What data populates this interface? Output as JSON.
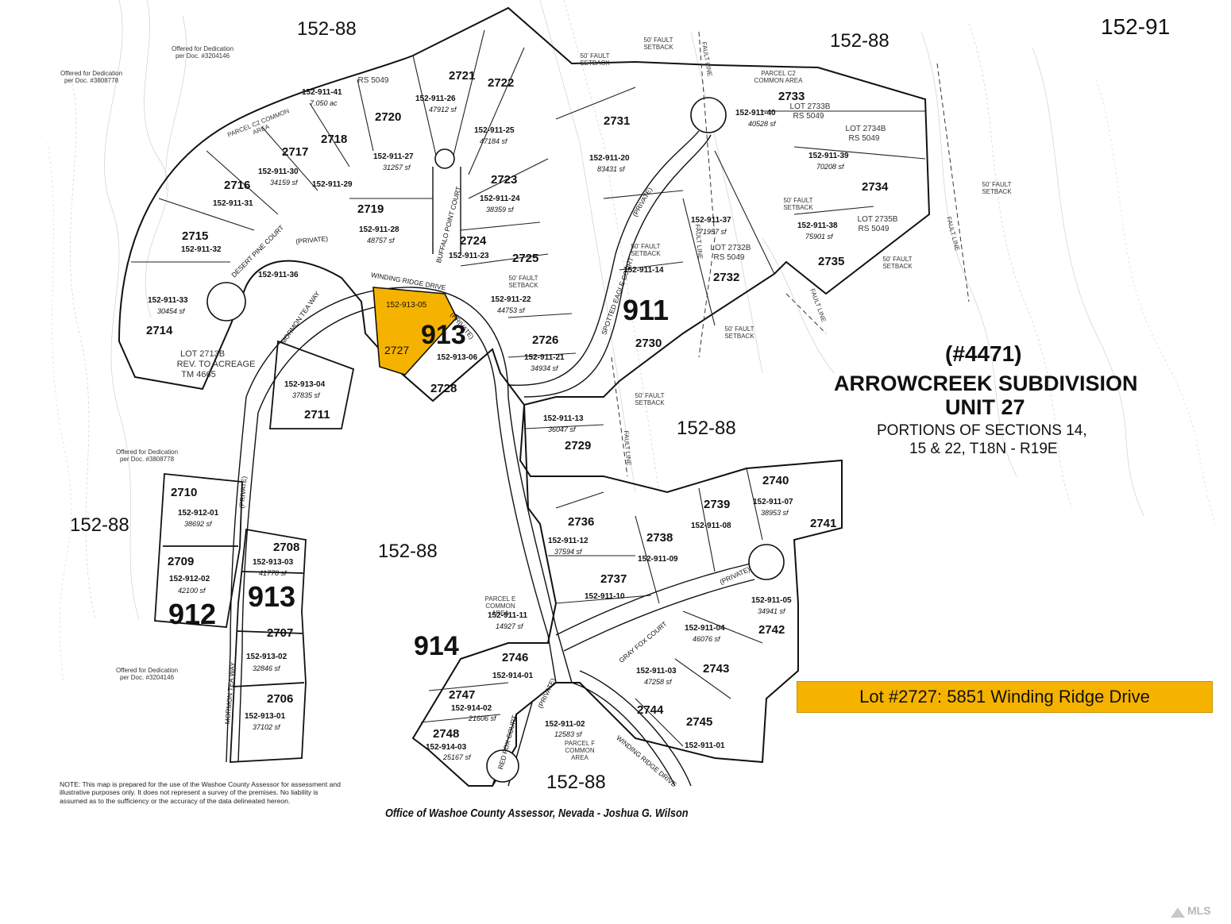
{
  "subdivision": {
    "number": "(#4471)",
    "name": "ARROWCREEK SUBDIVISION",
    "unit": "UNIT 27",
    "portions_line1": "PORTIONS OF SECTIONS 14,",
    "portions_line2": "15 & 22, T18N - R19E"
  },
  "highlight_banner": "Lot #2727: 5851 Winding Ridge Drive",
  "highlight_color": "#f5b300",
  "note": "NOTE: This map is prepared for the use of the Washoe County Assessor for assessment and illustrative purposes only. It does not represent a survey of the premises. No liability is assumed as to the sufficiency or the accuracy of the data delineated hereon.",
  "footer": "Office of Washoe County Assessor, Nevada - Joshua G. Wilson",
  "logo": "MLS",
  "book_numbers": {
    "top_left": "152-88",
    "top_right_a": "152-88",
    "top_right_b": "152-91",
    "left": "152-88",
    "center": "152-88",
    "mid_right": "152-88",
    "bottom": "152-88"
  },
  "map_blocks": {
    "b913_top": "913",
    "b911": "911",
    "b913_left": "913",
    "b912": "912",
    "b914": "914"
  },
  "streets": {
    "winding_ridge_top": "WINDING RIDGE DRIVE",
    "winding_ridge_bottom": "WINDING RIDGE DRIVE",
    "buffalo_point": "BUFFALO POINT COURT",
    "spotted_eagle": "SPOTTED EAGLE COURT",
    "mormon_tea_top": "MORMON TEA WAY",
    "mormon_tea_bottom": "MORMON TEA WAY",
    "gray_fox": "GRAY FOX COURT",
    "red_fox": "RED FOX COURT",
    "desert_pine": "DESERT PINE COURT",
    "private": "(PRIVATE)"
  },
  "annotations": {
    "offered_1_a": "Offered for Dedication",
    "offered_1_b": "per Doc. #3204146",
    "offered_2_a": "Offered for Dedication",
    "offered_2_b": "per Doc. #3808778",
    "offered_3_a": "Offered for Dedication",
    "offered_3_b": "per Doc. #3808778",
    "offered_4_a": "Offered for Dedication",
    "offered_4_b": "per Doc. #3204146",
    "fault_setback": "50' FAULT SETBACK",
    "fault_line": "FAULT LINE",
    "parcel_c2_a": "PARCEL C2 COMMON AREA",
    "parcel_c2_b": "PARCEL C2 COMMON AREA",
    "parcel_e": "PARCEL E COMMON AREA",
    "parcel_f": "PARCEL F COMMON AREA",
    "rs_5049": "RS 5049",
    "lot_2713b": "LOT 2713B",
    "rev_acreage": "REV. TO ACREAGE",
    "tm_4665": "TM 4665",
    "lot_2733b": "LOT 2733B",
    "lot_2734b": "LOT 2734B",
    "lot_2735b": "LOT 2735B",
    "lot_2732b": "LOT 2732B"
  },
  "lots": [
    {
      "lot": "2721"
    },
    {
      "lot": "2722"
    },
    {
      "lot": "2720"
    },
    {
      "lot": "2718"
    },
    {
      "lot": "2717"
    },
    {
      "lot": "2716"
    },
    {
      "lot": "2715"
    },
    {
      "lot": "2714"
    },
    {
      "lot": "2719"
    },
    {
      "lot": "2723"
    },
    {
      "lot": "2724"
    },
    {
      "lot": "2725"
    },
    {
      "lot": "2726"
    },
    {
      "lot": "2727"
    },
    {
      "lot": "2728"
    },
    {
      "lot": "2711"
    },
    {
      "lot": "2729"
    },
    {
      "lot": "2730"
    },
    {
      "lot": "2731"
    },
    {
      "lot": "2732"
    },
    {
      "lot": "2733"
    },
    {
      "lot": "2734"
    },
    {
      "lot": "2735"
    },
    {
      "lot": "2710"
    },
    {
      "lot": "2709"
    },
    {
      "lot": "2708"
    },
    {
      "lot": "2707"
    },
    {
      "lot": "2706"
    },
    {
      "lot": "2736"
    },
    {
      "lot": "2737"
    },
    {
      "lot": "2738"
    },
    {
      "lot": "2739"
    },
    {
      "lot": "2740"
    },
    {
      "lot": "2741"
    },
    {
      "lot": "2742"
    },
    {
      "lot": "2743"
    },
    {
      "lot": "2744"
    },
    {
      "lot": "2745"
    },
    {
      "lot": "2746"
    },
    {
      "lot": "2747"
    },
    {
      "lot": "2748"
    }
  ],
  "parcels": [
    {
      "apn": "152-911-41",
      "area": "7.050 ac"
    },
    {
      "apn": "152-911-26",
      "area": "47912 sf"
    },
    {
      "apn": "152-911-25",
      "area": "47184 sf"
    },
    {
      "apn": "152-911-27",
      "area": "31257 sf"
    },
    {
      "apn": "152-911-30",
      "area": "34159 sf"
    },
    {
      "apn": "152-911-29",
      "area": ""
    },
    {
      "apn": "152-911-31",
      "area": ""
    },
    {
      "apn": "152-911-32",
      "area": ""
    },
    {
      "apn": "152-911-24",
      "area": "38359 sf"
    },
    {
      "apn": "152-911-28",
      "area": "48757 sf"
    },
    {
      "apn": "152-911-23",
      "area": ""
    },
    {
      "apn": "152-911-36",
      "area": ""
    },
    {
      "apn": "152-911-33",
      "area": "30454 sf"
    },
    {
      "apn": "152-913-05",
      "area": ""
    },
    {
      "apn": "152-911-22",
      "area": "44753 sf"
    },
    {
      "apn": "152-913-06",
      "area": ""
    },
    {
      "apn": "152-911-21",
      "area": "34934 sf"
    },
    {
      "apn": "152-913-04",
      "area": "37835 sf"
    },
    {
      "apn": "152-911-13",
      "area": "36047 sf"
    },
    {
      "apn": "152-911-20",
      "area": "83431 sf"
    },
    {
      "apn": "152-911-14",
      "area": ""
    },
    {
      "apn": "152-911-37",
      "area": "71957 sf"
    },
    {
      "apn": "152-911-40",
      "area": "40528 sf"
    },
    {
      "apn": "152-911-39",
      "area": "70208 sf"
    },
    {
      "apn": "152-911-38",
      "area": "75901 sf"
    },
    {
      "apn": "152-912-01",
      "area": "38692 sf"
    },
    {
      "apn": "152-912-02",
      "area": "42100 sf"
    },
    {
      "apn": "152-913-03",
      "area": "41778 sf"
    },
    {
      "apn": "152-913-02",
      "area": "32846 sf"
    },
    {
      "apn": "152-913-01",
      "area": "37102 sf"
    },
    {
      "apn": "152-911-12",
      "area": "37594 sf"
    },
    {
      "apn": "152-911-11",
      "area": "14927 sf"
    },
    {
      "apn": "152-911-10",
      "area": ""
    },
    {
      "apn": "152-911-09",
      "area": ""
    },
    {
      "apn": "152-911-08",
      "area": ""
    },
    {
      "apn": "152-911-07",
      "area": "38953 sf"
    },
    {
      "apn": "152-911-05",
      "area": "34941 sf"
    },
    {
      "apn": "152-911-04",
      "area": "46076 sf"
    },
    {
      "apn": "152-911-03",
      "area": "47258 sf"
    },
    {
      "apn": "152-911-02",
      "area": "12583 sf"
    },
    {
      "apn": "152-911-01",
      "area": ""
    },
    {
      "apn": "152-914-01",
      "area": ""
    },
    {
      "apn": "152-914-02",
      "area": "21606 sf"
    },
    {
      "apn": "152-914-03",
      "area": "25167 sf"
    }
  ]
}
